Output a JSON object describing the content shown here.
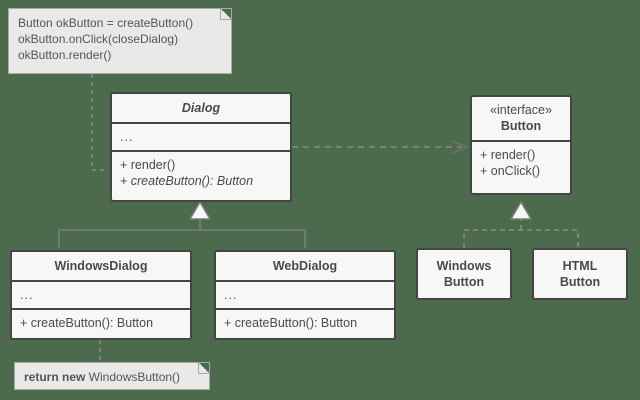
{
  "diagram": {
    "type": "uml-class-diagram",
    "background_color": "#4b6b4c",
    "box_fill": "#f7f7f5",
    "box_stroke": "#454545",
    "note_fill": "#e9e9e7",
    "note_stroke": "#a8a8a8",
    "connector_color": "#7a7a7a"
  },
  "notes": {
    "top": {
      "lines": [
        "Button okButton = createButton()",
        "okButton.onClick(closeDialog)",
        "okButton.render()"
      ]
    },
    "bottom": {
      "bold_text": "return new",
      "rest_text": " WindowsButton()"
    }
  },
  "classes": {
    "dialog": {
      "name": "Dialog",
      "abstract": true,
      "attributes": [
        "..."
      ],
      "methods": [
        {
          "label": "+ render()",
          "abstract": false
        },
        {
          "label": "+ createButton(): Button",
          "abstract": true
        }
      ]
    },
    "button_interface": {
      "stereotype": "«interface»",
      "name": "Button",
      "methods": [
        {
          "label": "+ render()",
          "abstract": false
        },
        {
          "label": "+ onClick()",
          "abstract": false
        }
      ]
    },
    "windows_dialog": {
      "name": "WindowsDialog",
      "attributes": [
        "..."
      ],
      "methods": [
        {
          "label": "+ createButton(): Button",
          "abstract": false
        }
      ]
    },
    "web_dialog": {
      "name": "WebDialog",
      "attributes": [
        "..."
      ],
      "methods": [
        {
          "label": "+ createButton(): Button",
          "abstract": false
        }
      ]
    },
    "windows_button": {
      "name_line_1": "Windows",
      "name_line_2": "Button"
    },
    "html_button": {
      "name_line_1": "HTML",
      "name_line_2": "Button"
    }
  },
  "relationships": [
    {
      "kind": "dependency",
      "from": "Dialog",
      "to": "Button",
      "style": "dashed-open-arrow"
    },
    {
      "kind": "generalization",
      "from": "WindowsDialog",
      "to": "Dialog",
      "style": "solid-hollow-triangle"
    },
    {
      "kind": "generalization",
      "from": "WebDialog",
      "to": "Dialog",
      "style": "solid-hollow-triangle"
    },
    {
      "kind": "realization",
      "from": "Windows Button",
      "to": "Button",
      "style": "dashed-hollow-triangle"
    },
    {
      "kind": "realization",
      "from": "HTML Button",
      "to": "Button",
      "style": "dashed-hollow-triangle"
    },
    {
      "kind": "note-anchor",
      "from": "note-top",
      "to": "Dialog",
      "style": "dashed"
    },
    {
      "kind": "note-anchor",
      "from": "note-bottom",
      "to": "WindowsDialog",
      "style": "dashed"
    }
  ]
}
